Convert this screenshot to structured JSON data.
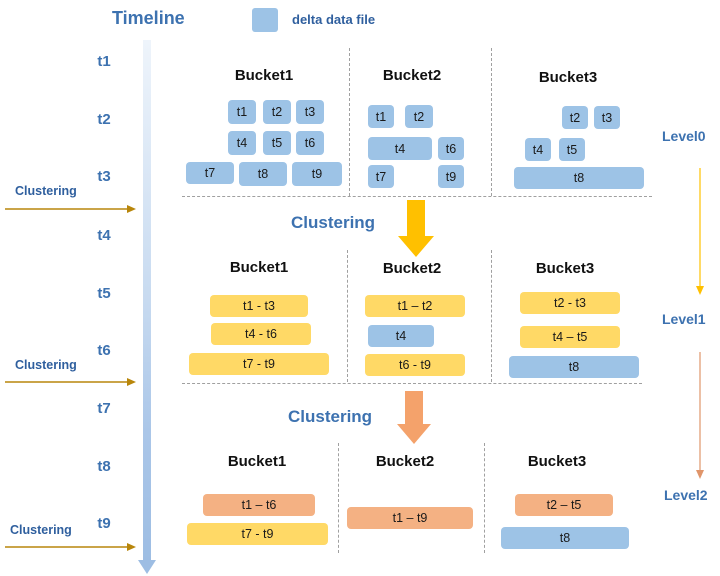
{
  "header": {
    "timeline_title": "Timeline",
    "legend_label": "delta data file"
  },
  "timeline": {
    "ticks": [
      "t1",
      "t2",
      "t3",
      "t4",
      "t5",
      "t6",
      "t7",
      "t8",
      "t9"
    ]
  },
  "side_clustering": [
    "Clustering",
    "Clustering",
    "Clustering"
  ],
  "levels": [
    "Level0",
    "Level1",
    "Level2"
  ],
  "mid_clustering": [
    "Clustering",
    "Clustering"
  ],
  "buckets": [
    "Bucket1",
    "Bucket2",
    "Bucket3"
  ],
  "level0": {
    "b1": [
      "t1",
      "t2",
      "t3",
      "t4",
      "t5",
      "t6",
      "t7",
      "t8",
      "t9"
    ],
    "b2": [
      "t1",
      "t2",
      "t4",
      "t6",
      "t7",
      "t9"
    ],
    "b3": [
      "t2",
      "t3",
      "t4",
      "t5",
      "t8"
    ]
  },
  "level1": {
    "b1": [
      "t1 - t3",
      "t4 - t6",
      "t7 - t9"
    ],
    "b2": [
      "t1 – t2",
      "t4",
      "t6 - t9"
    ],
    "b3": [
      "t2 - t3",
      "t4 – t5",
      "t8"
    ]
  },
  "level2": {
    "b1": [
      "t1 – t6",
      "t7 - t9"
    ],
    "b2": [
      "t1 – t9"
    ],
    "b3": [
      "t2 – t5",
      "t8"
    ]
  },
  "colors": {
    "delta_blue": "#9dc3e6",
    "merged_yellow": "#ffd966",
    "merged_orange": "#f4b183",
    "title_blue": "#3d72b0",
    "arrow_brown": "#b8860b"
  }
}
